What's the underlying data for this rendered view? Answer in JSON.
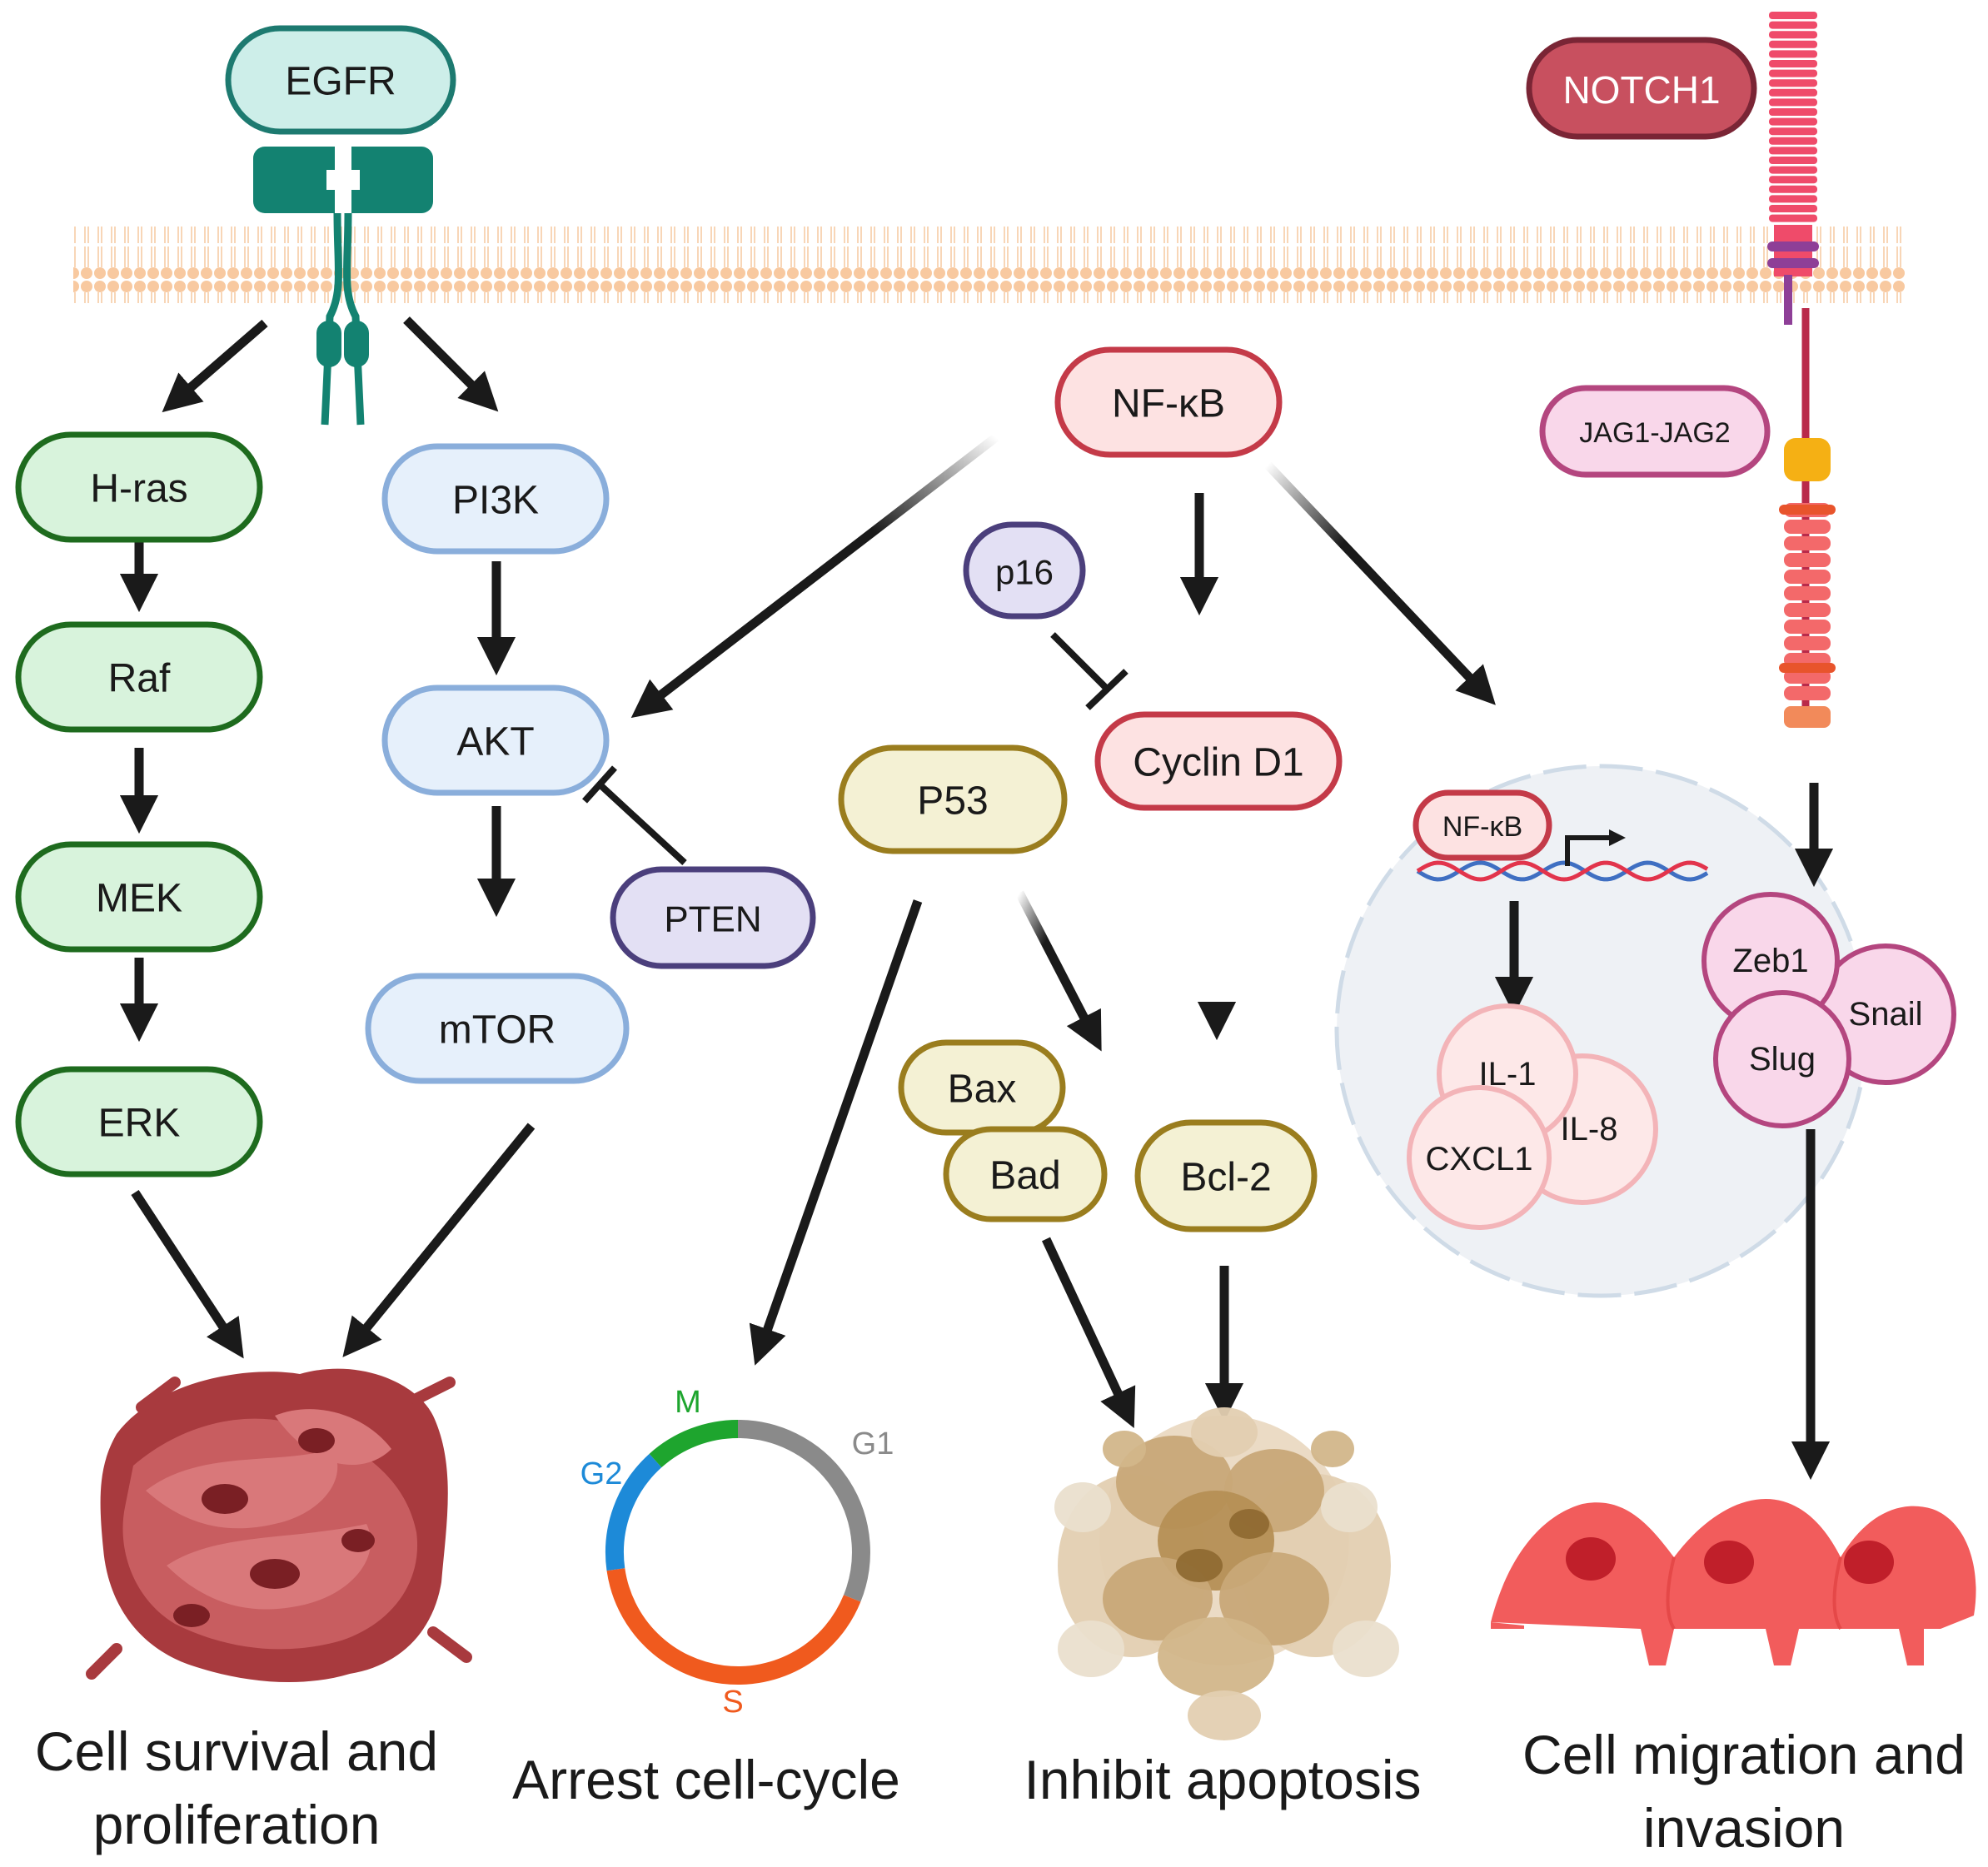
{
  "nodes": {
    "egfr": "EGFR",
    "notch1": "NOTCH1",
    "jag": "JAG1-JAG2",
    "hras": "H-ras",
    "raf": "Raf",
    "mek": "MEK",
    "erk": "ERK",
    "pi3k": "PI3K",
    "akt": "AKT",
    "mtor": "mTOR",
    "pten": "PTEN",
    "nfkb": "NF-κB",
    "p16": "p16",
    "cyclin": "Cyclin D1",
    "p53": "P53",
    "bax": "Bax",
    "bad": "Bad",
    "bcl2": "Bcl-2",
    "nfkb_nuclear": "NF-κB",
    "il1": "IL-1",
    "il8": "IL-8",
    "cxcl1": "CXCL1",
    "zeb1": "Zeb1",
    "snail": "Snail",
    "slug": "Slug"
  },
  "cell_cycle": {
    "m": "M",
    "g1": "G1",
    "g2": "G2",
    "s": "S"
  },
  "outcomes": {
    "survival_line1": "Cell survival and",
    "survival_line2": "proliferation",
    "arrest": "Arrest cell-cycle",
    "apoptosis": "Inhibit apoptosis",
    "migration_line1": "Cell migration and",
    "migration_line2": "invasion"
  },
  "colors": {
    "green_fill": "#d8f3dc",
    "green_stroke": "#1e6b1e",
    "blue_fill": "#e6f0fb",
    "blue_stroke": "#8aaedb",
    "purple_fill": "#e3e0f4",
    "purple_stroke": "#4b3f7c",
    "red_fill": "#fde2e2",
    "red_stroke": "#c43a48",
    "olive_fill": "#f4f1d4",
    "olive_stroke": "#9a7d1e",
    "teal_fill": "#cdeee9",
    "teal_stroke": "#1d7a70",
    "notch_fill": "#c8505f",
    "notch_stroke": "#7a2535",
    "pink_fill": "#f9d7ea",
    "pink_stroke": "#b4467f",
    "membrane": "#f8c9a0"
  }
}
